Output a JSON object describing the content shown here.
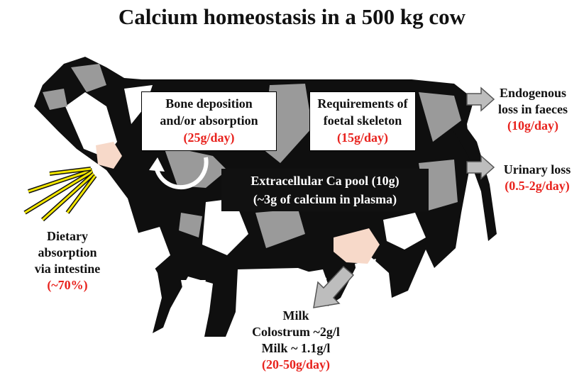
{
  "title": "Calcium homeostasis in a 500 kg cow",
  "bone": {
    "line1": "Bone deposition",
    "line2": "and/or absorption",
    "rate": "(25g/day)"
  },
  "foetal": {
    "line1": "Requirements of",
    "line2": "foetal skeleton",
    "rate": "(15g/day)"
  },
  "pool": {
    "line1": "Extracellular Ca pool (10g)",
    "line2": "(~3g of calcium in plasma)"
  },
  "endogenous": {
    "line1": "Endogenous",
    "line2": "loss in faeces",
    "rate": "(10g/day)"
  },
  "urinary": {
    "line1": "Urinary loss",
    "rate": "(0.5-2g/day)"
  },
  "dietary": {
    "line1": "Dietary",
    "line2": "absorption",
    "line3": "via intestine",
    "rate": "(~70%)"
  },
  "milk": {
    "line1": "Milk",
    "line2": "Colostrum ~2g/l",
    "line3": "Milk ~ 1.1g/l",
    "rate": "(20-50g/day)"
  },
  "colors": {
    "accent_red": "#e8221d",
    "patch_grey": "#9a9a9a",
    "udder_pink": "#f7d9c9",
    "hay_yellow": "#f2e600"
  }
}
